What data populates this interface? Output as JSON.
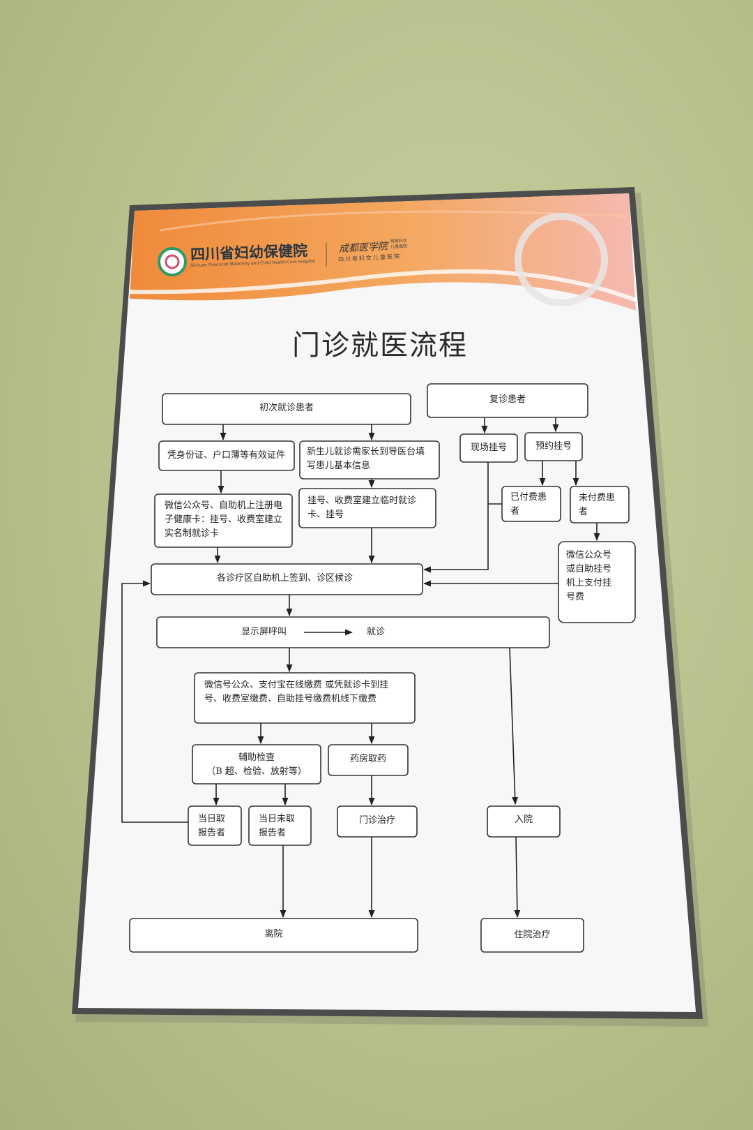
{
  "header": {
    "hospital_name": "四川省妇幼保健院",
    "hospital_name_en": "Sichuan Provincial Maternity and Child Health Care Hospital",
    "partner_script": "成都医学院",
    "partner_sub": "附属妇女\n儿童医院",
    "partner_name": "四川省妇女儿童医院"
  },
  "title": "门诊就医流程",
  "nodes": {
    "first_visit": "初次就诊患者",
    "return_visit": "复诊患者",
    "id_docs": "凭身份证、户口薄等有效证件",
    "newborn": "新生儿就诊需家长到导医台填\n写患儿基本信息",
    "onsite_reg": "现场挂号",
    "appt_reg": "预约挂号",
    "paid": "已付费患\n者",
    "unpaid": "未付费患\n者",
    "wechat_register": "微信公众号、自助机上注册电\n子健康卡：挂号、收费室建立\n实名制就诊卡",
    "temp_card": "挂号、收费室建立临时就诊\n卡、挂号",
    "wechat_pay_reg": "微信公众号\n或自助挂号\n机上支付挂\n号费",
    "checkin": "各诊疗区自助机上签到、诊区候诊",
    "screen_call": "显示屏呼叫",
    "consult": "就诊",
    "payment": "微信号公众、支付宝在线缴费 或凭就诊卡到挂\n号、收费室缴费、自助挂号缴费机线下缴费",
    "aux_exam": "辅助检查\n（B 超、检验、放射等）",
    "pharmacy": "药房取药",
    "same_day": "当日取\n报告者",
    "not_same_day": "当日未取\n报告者",
    "outpatient_tx": "门诊治疗",
    "admission": "入院",
    "discharge": "离院",
    "inpatient_tx": "住院治疗"
  }
}
